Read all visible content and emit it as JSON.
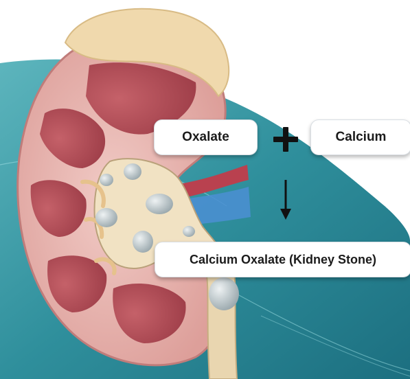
{
  "labels": {
    "reactant_1": "Oxalate",
    "reactant_2": "Calcium",
    "product": "Calcium Oxalate (Kidney Stone)"
  },
  "symbols": {
    "plus": "plus-icon",
    "arrow": "arrow-down-icon"
  },
  "colors": {
    "background_teal": "#2f8f9c",
    "kidney_outer": "#d98f8f",
    "cortex": "#e8b7b2",
    "pyramid": "#b7505b",
    "adrenal_fat": "#f0d9ad",
    "stone": "#c7d0d3",
    "box_text": "#1b1b1b"
  }
}
